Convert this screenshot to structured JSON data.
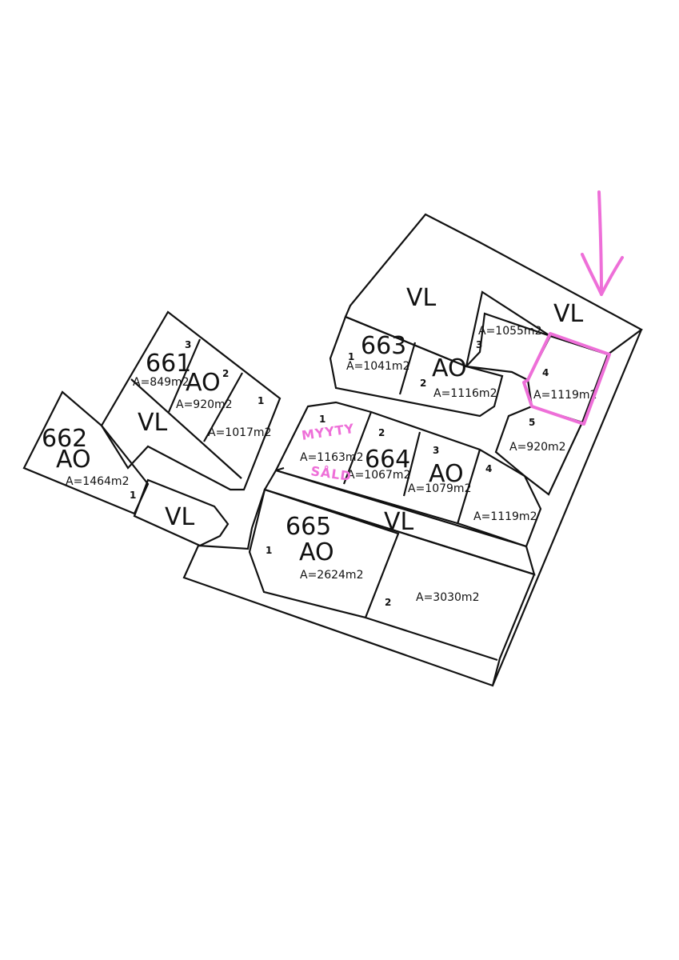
{
  "colors": {
    "ink": "#111111",
    "highlight": "#ee6fd8",
    "paper": "#ffffff"
  },
  "blocks": {
    "b661": "661",
    "b662": "662",
    "b663": "663",
    "b664": "664",
    "b665": "665"
  },
  "zones": {
    "vl_top": "VL",
    "vl_top_right": "VL",
    "vl_661": "VL",
    "vl_bottom_left": "VL",
    "vl_middle": "VL",
    "ao_661": "AO",
    "ao_662": "AO",
    "ao_663": "AO",
    "ao_664": "AO",
    "ao_665": "AO"
  },
  "areas": {
    "a661_3": "A=849m2",
    "a661_2": "A=920m2",
    "a661_1": "A=1017m2",
    "a662_1": "A=1464m2",
    "a663_1": "A=1041m2",
    "a663_2": "A=1116m2",
    "a663_3": "A=1055m2",
    "a663_4": "A=1119m2",
    "a663_5": "A=920m2",
    "a664_1": "A=1163m2",
    "a664_2": "A=1067m2",
    "a664_3": "A=1079m2",
    "a664_4": "A=1119m2",
    "a665_1": "A=2624m2",
    "a665_2": "A=3030m2"
  },
  "lot_numbers": {
    "n661_3": "3",
    "n661_2": "2",
    "n661_1": "1",
    "n662_1": "1",
    "n663_1": "1",
    "n663_2": "2",
    "n663_3": "3",
    "n663_4": "4",
    "n663_5": "5",
    "n664_1": "1",
    "n664_2": "2",
    "n664_3": "3",
    "n664_4": "4",
    "n665_1": "1",
    "n665_2": "2"
  },
  "annotations": {
    "sold_line1": "MYYTY",
    "sold_line2": "SÅLD",
    "arrow": "down-arrow-icon"
  }
}
